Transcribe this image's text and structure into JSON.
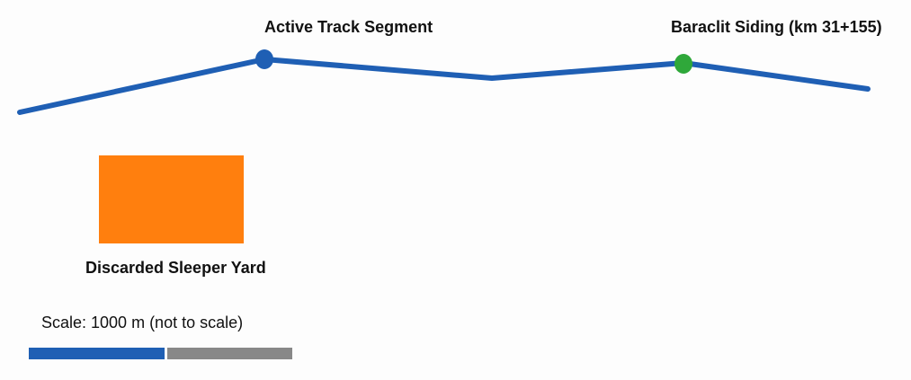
{
  "labels": {
    "active_track": "Active Track Segment",
    "siding": "Baraclit Siding (km 31+155)",
    "yard": "Discarded Sleeper Yard",
    "scale": "Scale: 1000 m (not to scale)"
  },
  "colors": {
    "background": "#fdfdfd",
    "track": "#1f5fb4",
    "active_marker": "#1f5fb4",
    "siding_marker": "#2fa83a",
    "yard": "#ff7f0e",
    "scale_primary": "#1f5fb4",
    "scale_secondary": "#888888",
    "text": "#111111"
  }
}
